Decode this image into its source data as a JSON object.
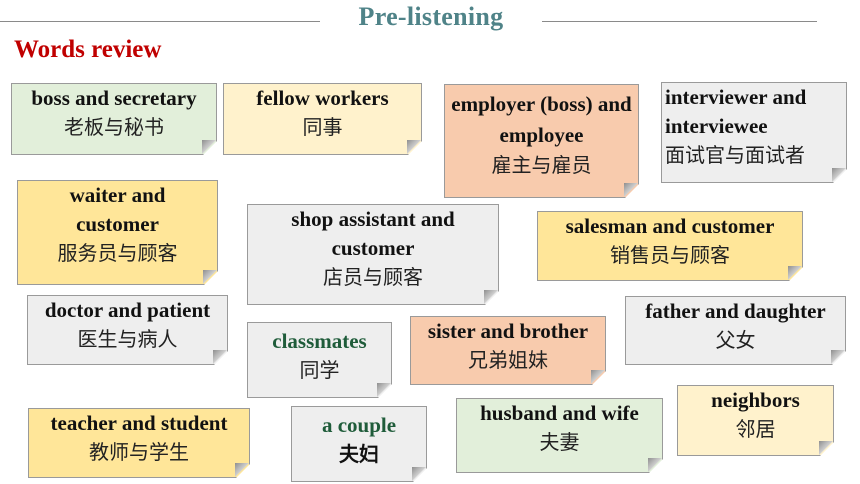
{
  "header": {
    "title": "Pre-listening",
    "line_color": "#8a8a8a",
    "title_color": "#4f8388"
  },
  "section": {
    "title": "Words review",
    "color": "#c00000"
  },
  "colors": {
    "green": "#e2efda",
    "yellow": "#fff2cc",
    "gold": "#ffe699",
    "salmon": "#f8cbad",
    "gray": "#eeeeee"
  },
  "cards": [
    {
      "en": "boss and secretary",
      "cn": "老板与秘书",
      "color": "green"
    },
    {
      "en": "fellow workers",
      "cn": "同事",
      "color": "yellow"
    },
    {
      "en": "employer (boss) and employee",
      "cn": "雇主与雇员",
      "color": "salmon"
    },
    {
      "en": "interviewer and interviewee",
      "cn": "面试官与面试者",
      "color": "gray"
    },
    {
      "en": "waiter and customer",
      "cn": "服务员与顾客",
      "color": "gold"
    },
    {
      "en": "shop assistant and customer",
      "cn": "店员与顾客",
      "color": "gray"
    },
    {
      "en": "salesman and customer",
      "cn": "销售员与顾客",
      "color": "gold"
    },
    {
      "en": "doctor and patient",
      "cn": "医生与病人",
      "color": "gray"
    },
    {
      "en": "classmates",
      "cn": "同学",
      "color": "gray"
    },
    {
      "en": "sister and brother",
      "cn": "兄弟姐妹",
      "color": "salmon"
    },
    {
      "en": "father and daughter",
      "cn": "父女",
      "color": "gray"
    },
    {
      "en": "teacher and student",
      "cn": "教师与学生",
      "color": "gold"
    },
    {
      "en": "a couple",
      "cn": "夫妇",
      "color": "gray"
    },
    {
      "en": "husband and wife",
      "cn": "夫妻",
      "color": "green"
    },
    {
      "en": "neighbors",
      "cn": "邻居",
      "color": "yellow"
    }
  ]
}
